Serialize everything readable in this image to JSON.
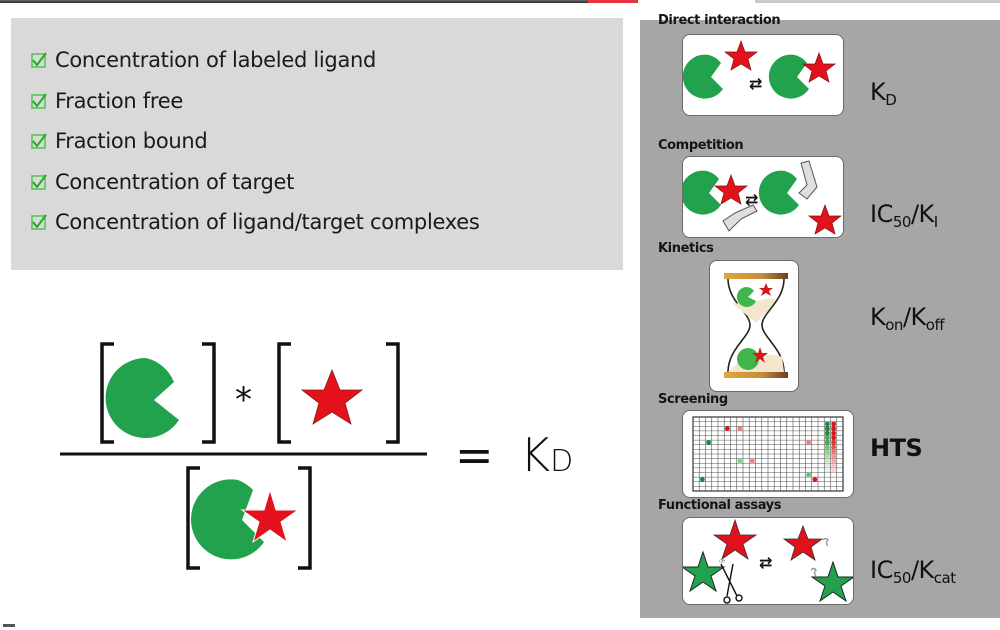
{
  "checklist": {
    "items": [
      {
        "label": "Concentration of labeled ligand",
        "checked": true
      },
      {
        "label": "Fraction free",
        "checked": true
      },
      {
        "label": "Fraction bound",
        "checked": true
      },
      {
        "label": "Concentration of target",
        "checked": true
      },
      {
        "label": "Concentration of ligand/target complexes",
        "checked": true
      }
    ]
  },
  "equation": {
    "numerator_left": "target-icon",
    "operator": "*",
    "numerator_right": "ligand-star-icon",
    "denominator": "target-ligand-complex-icon",
    "equals": "=",
    "result_main": "K",
    "result_sub": "D"
  },
  "assays": [
    {
      "title": "Direct interaction",
      "illustration": "binding-equilibrium-icon",
      "constant_main": "K",
      "constant_sub": "D",
      "constant_rest": "",
      "constant_rest_sub": ""
    },
    {
      "title": "Competition",
      "illustration": "competition-equilibrium-icon",
      "constant_main": "IC",
      "constant_sub": "50",
      "constant_rest": "/K",
      "constant_rest_sub": "I"
    },
    {
      "title": "Kinetics",
      "illustration": "hourglass-icon",
      "constant_main": "K",
      "constant_sub": "on",
      "constant_rest": "/K",
      "constant_rest_sub": "off"
    },
    {
      "title": "Screening",
      "illustration": "well-plate-icon",
      "constant_main": "HTS",
      "constant_sub": "",
      "constant_rest": "",
      "constant_rest_sub": ""
    },
    {
      "title": "Functional assays",
      "illustration": "cleavage-assay-icon",
      "constant_main": "IC",
      "constant_sub": "50",
      "constant_rest": "/K",
      "constant_rest_sub": "cat"
    }
  ],
  "colors": {
    "target_green": "#22a24c",
    "ligand_red": "#e3111b",
    "check_green": "#3fbf3f",
    "left_panel": "#d9d9d9",
    "right_panel": "#a6a6a6"
  }
}
